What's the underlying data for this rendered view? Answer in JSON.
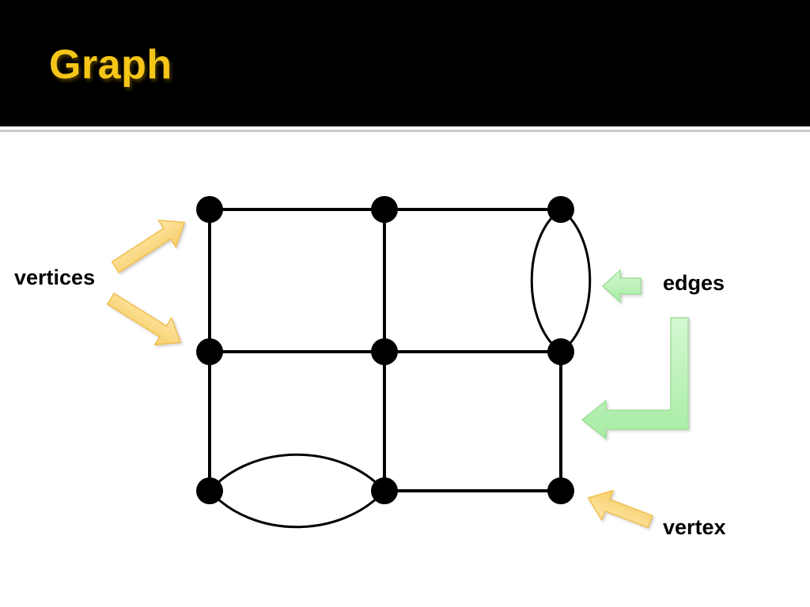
{
  "slide": {
    "title": "Graph",
    "title_color": "#f5c518",
    "header_background": "#000000"
  },
  "diagram": {
    "type": "graph",
    "vertices": [
      "v1",
      "v2",
      "v3",
      "v4",
      "v5",
      "v6",
      "v7",
      "v8",
      "v9"
    ],
    "edges": [
      [
        "v1",
        "v2"
      ],
      [
        "v2",
        "v3"
      ],
      [
        "v4",
        "v5"
      ],
      [
        "v5",
        "v6"
      ],
      [
        "v8",
        "v9"
      ],
      [
        "v1",
        "v4"
      ],
      [
        "v4",
        "v7"
      ],
      [
        "v2",
        "v5"
      ],
      [
        "v5",
        "v8"
      ],
      [
        "v6",
        "v9"
      ],
      [
        "v3",
        "v6"
      ],
      [
        "v3",
        "v6"
      ],
      [
        "v7",
        "v8"
      ],
      [
        "v7",
        "v8"
      ]
    ],
    "annotations": {
      "vertices_label": "vertices",
      "edges_label": "edges",
      "vertex_label": "vertex"
    },
    "colors": {
      "vertex_arrow": "#fbd77c",
      "edge_arrow": "#b7f2b4",
      "node": "#000000",
      "edge": "#000000"
    }
  }
}
